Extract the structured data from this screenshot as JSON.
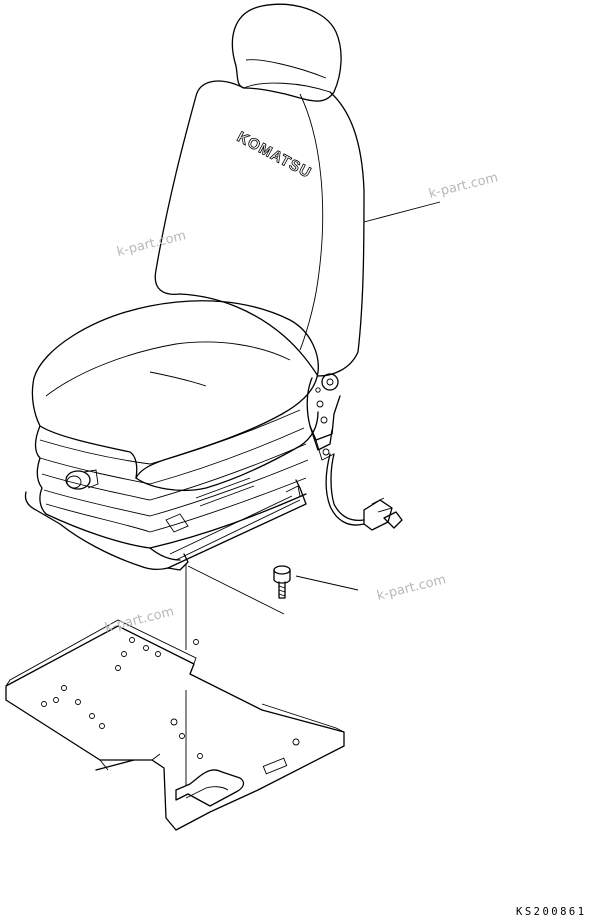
{
  "brand_text": "KOMATSU",
  "watermarks": [
    "k-part.com",
    "k-part.com",
    "k-part.com",
    "k-part.com"
  ],
  "figure_code": "KS200861"
}
